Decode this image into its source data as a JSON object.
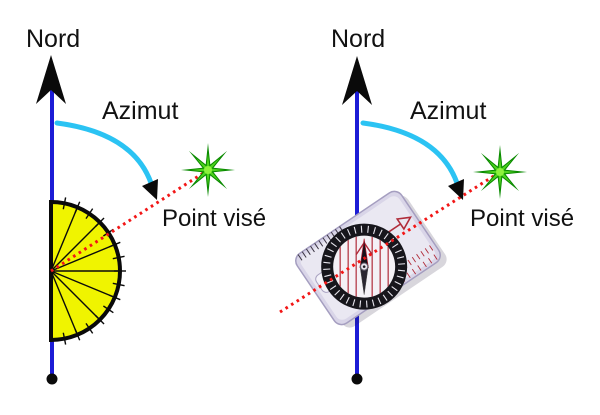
{
  "figure": {
    "left_panel": {
      "north_label": "Nord",
      "azimuth_label": "Azimut",
      "target_label": "Point visé",
      "tool": "protractor-semicircle"
    },
    "right_panel": {
      "north_label": "Nord",
      "azimuth_label": "Azimut",
      "target_label": "Point visé",
      "tool": "baseplate-compass"
    }
  },
  "colors": {
    "background": "#ffffff",
    "north_line_blue": "#1c1cd6",
    "azimuth_arc_cyan": "#2bc3f3",
    "arrowhead_black": "#0a0a0a",
    "sight_line_red": "#f21616",
    "protractor_yellow": "#f0f400",
    "protractor_outline": "#0a0a0a",
    "star_green_dark": "#0a8a00",
    "star_green_light": "#4fd41e",
    "star_green_core": "#8df23c",
    "text_black": "#111111",
    "compass_baseplate": "#d9d5e8",
    "compass_baseplate_hi": "#ecebf5",
    "compass_bezel_black": "#17161c",
    "compass_dial_white": "#f4f1f6",
    "compass_markings_red": "#b02c3a",
    "needle_black": "#17121a"
  },
  "icons": {
    "north_arrow": "north-arrow-icon",
    "target_star": "star-burst-icon",
    "origin_dot": "origin-dot",
    "protractor": "half-protractor-icon",
    "compass": "baseplate-compass-icon"
  }
}
